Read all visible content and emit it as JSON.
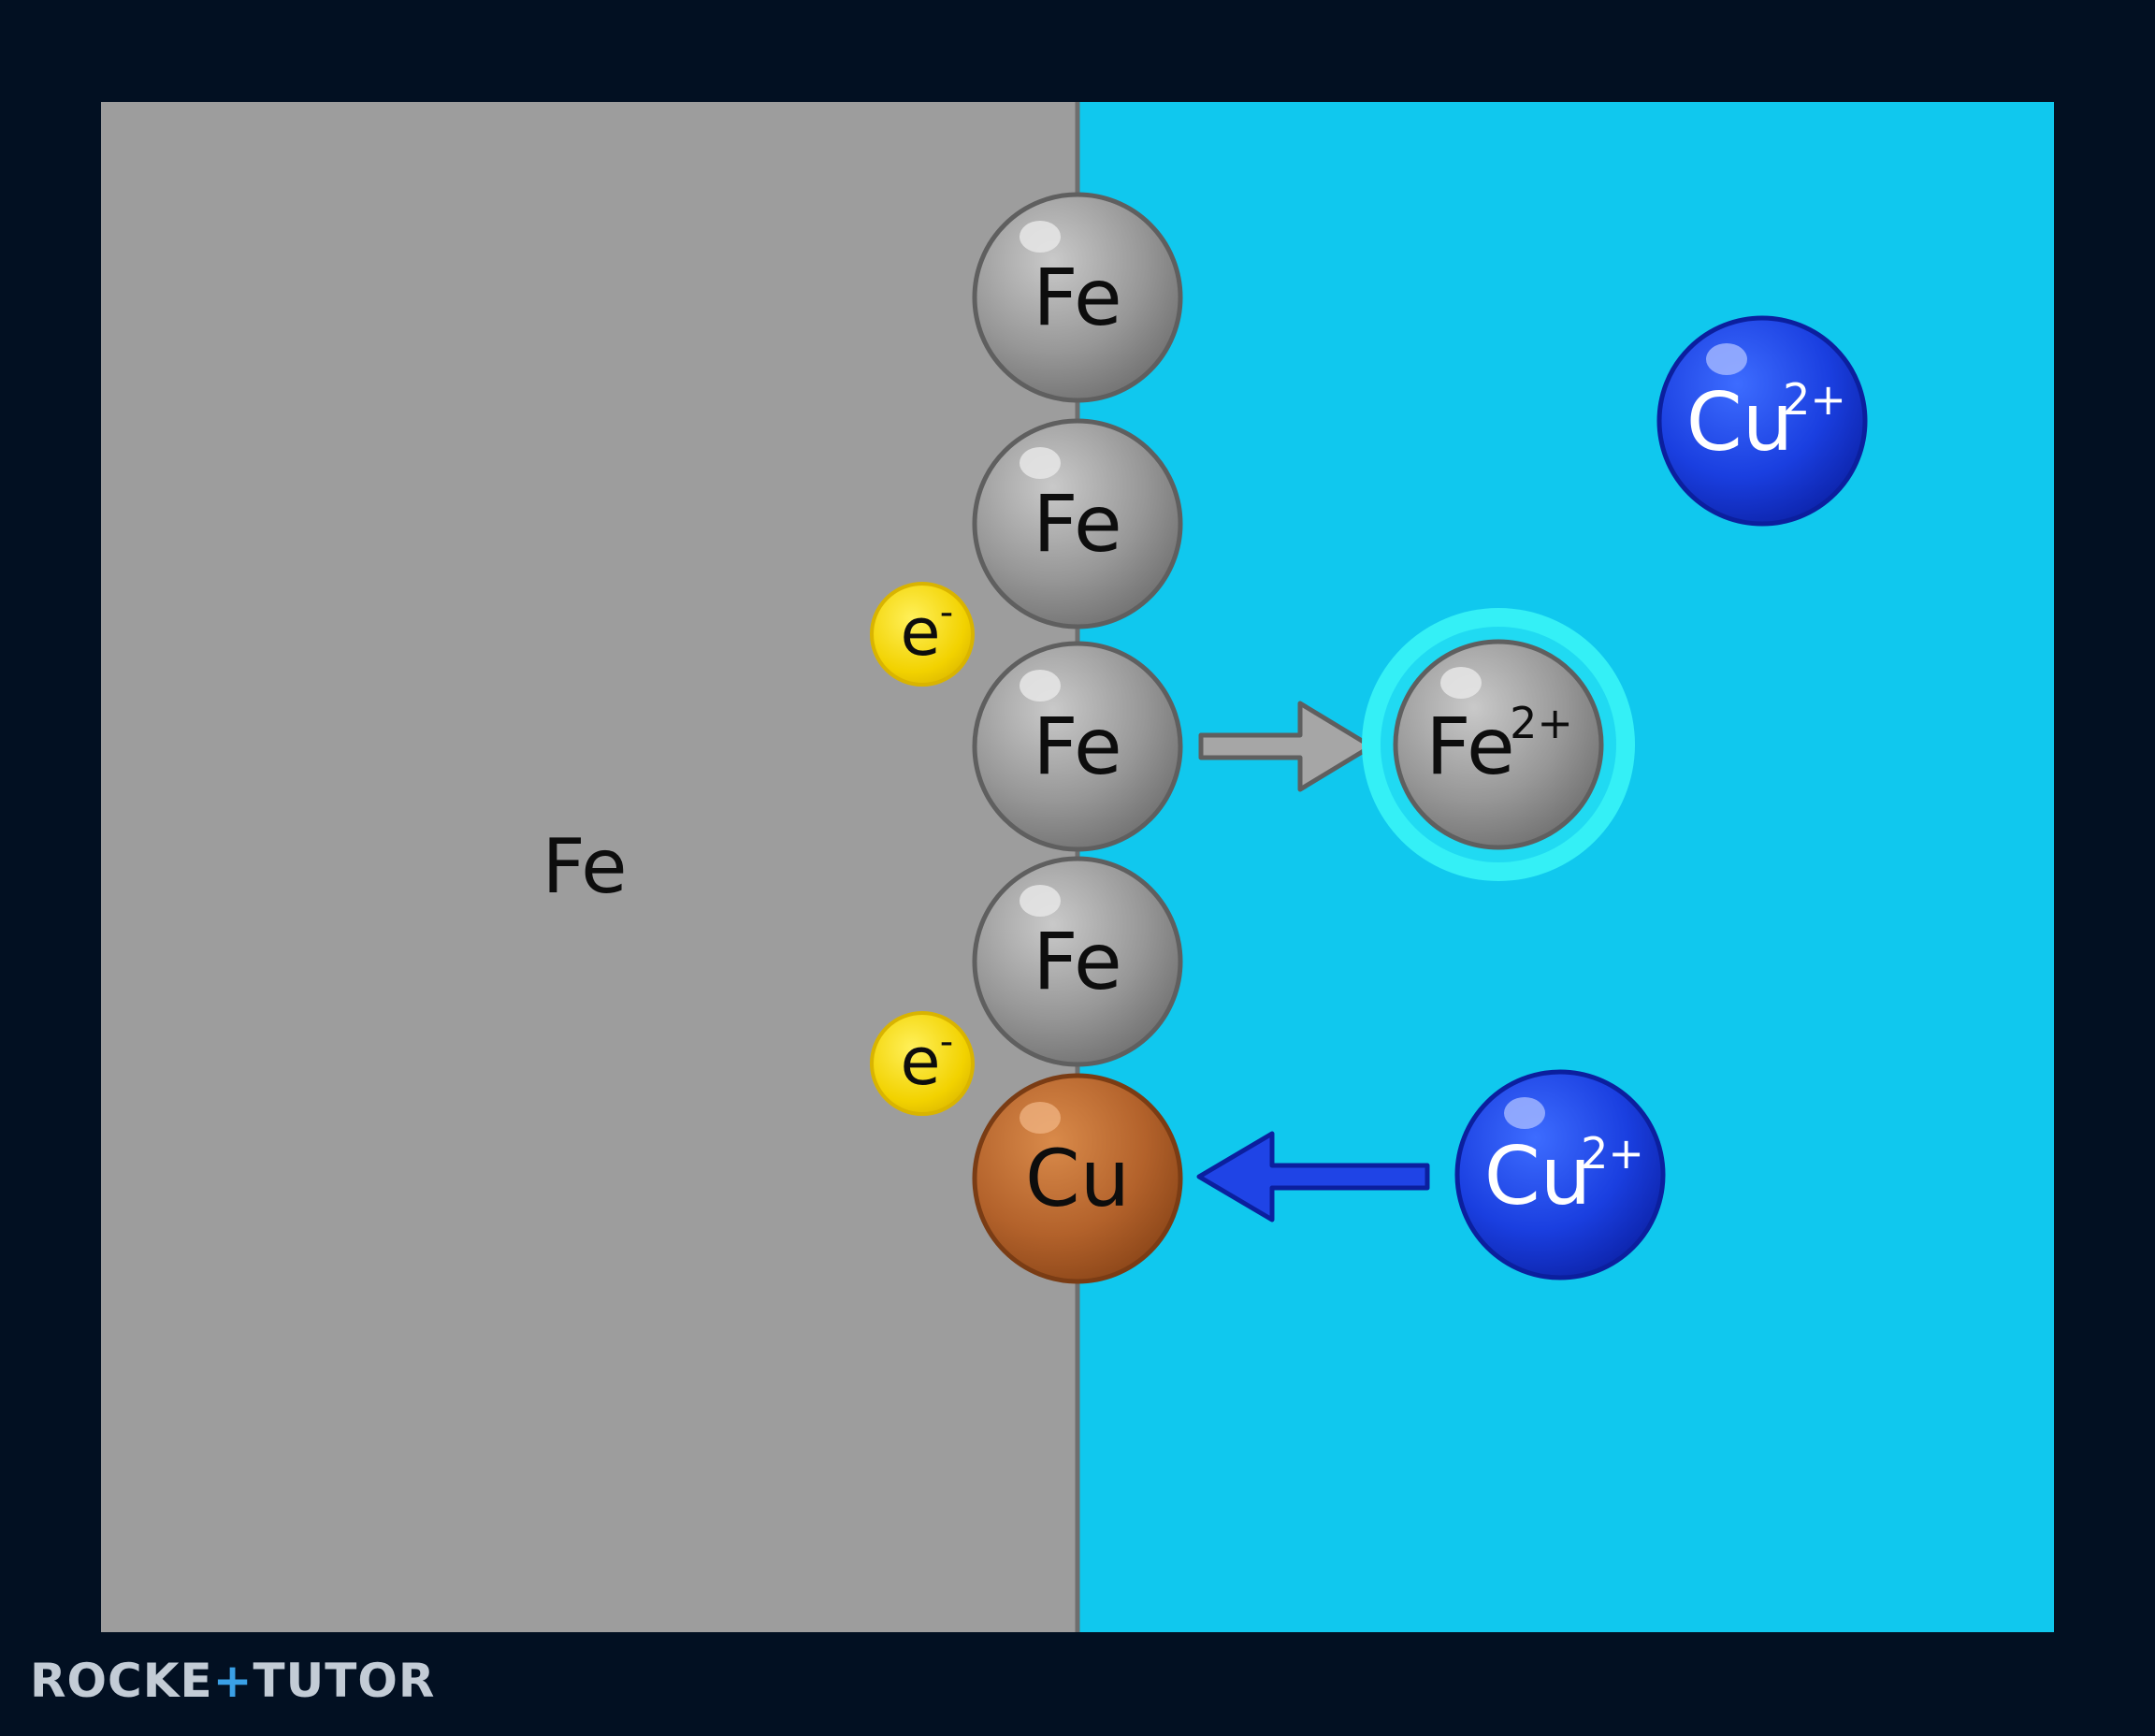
{
  "diagram": {
    "metal_label": "Fe",
    "surface_atoms": [
      {
        "symbol": "Fe"
      },
      {
        "symbol": "Fe"
      },
      {
        "symbol": "Fe"
      },
      {
        "symbol": "Fe"
      },
      {
        "symbol": "Cu"
      }
    ],
    "electrons": [
      {
        "symbol": "e",
        "charge": "-"
      },
      {
        "symbol": "e",
        "charge": "-"
      }
    ],
    "ions": [
      {
        "symbol": "Cu",
        "charge": "2+"
      },
      {
        "symbol": "Fe",
        "charge": "2+"
      },
      {
        "symbol": "Cu",
        "charge": "2+"
      }
    ]
  },
  "logo": {
    "part_a": "ROCKE",
    "part_b": "+",
    "part_c": "TUTOR"
  },
  "colors": {
    "background": "#021022",
    "metal": "#9d9d9d",
    "solution": "#10c8ee",
    "fe_atom": "#8f8f8f",
    "cu_atom": "#b5622b",
    "cu_ion": "#1238d8",
    "electron": "#f5d800",
    "glow": "#34f0f6"
  }
}
